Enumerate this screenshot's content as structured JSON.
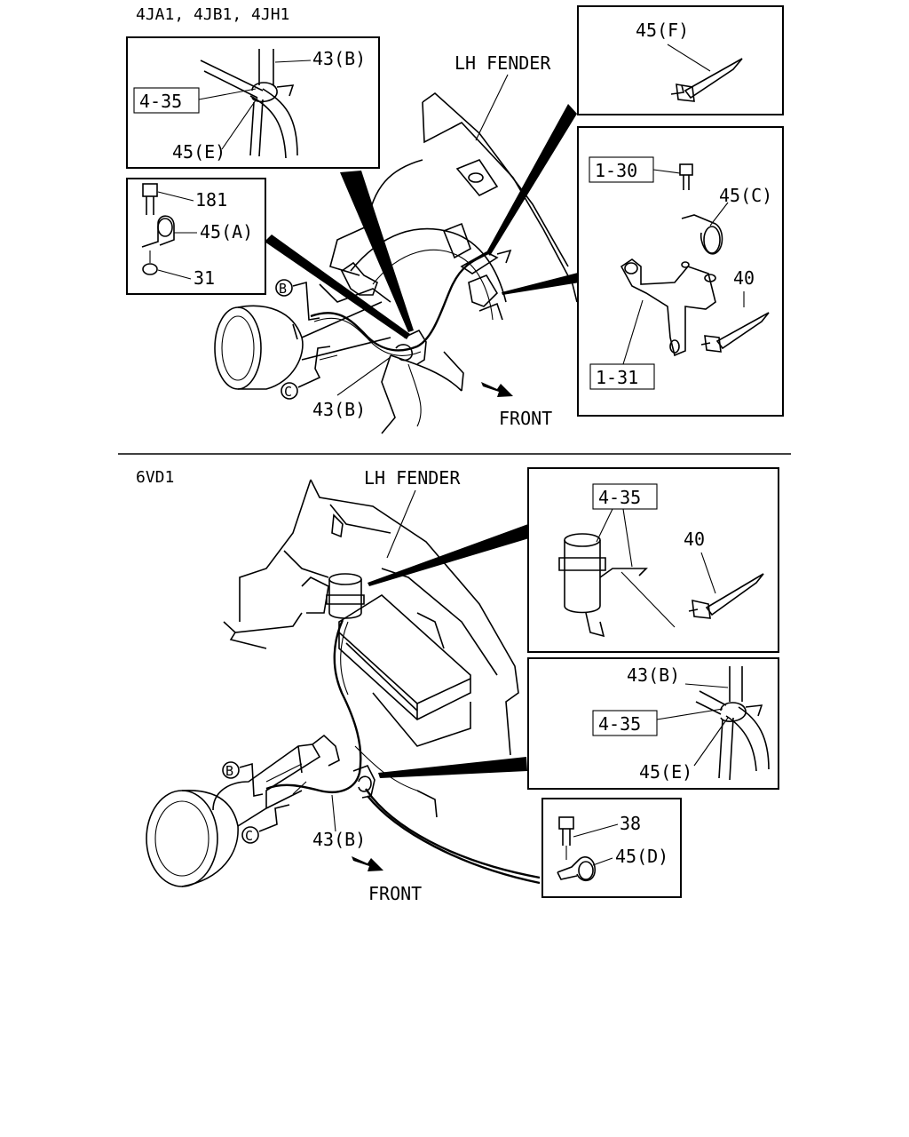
{
  "sections": [
    {
      "engine": "4JA1, 4JB1, 4JH1",
      "fender_label": "LH FENDER",
      "front_label": "FRONT",
      "marks": {
        "b": "B",
        "c": "C"
      },
      "main_callout": "43(B)",
      "insets": {
        "clip_detail": {
          "callout_top": "43(B)",
          "ref_box": "4-35",
          "callout_bottom": "45(E)"
        },
        "bolt_detail": {
          "bolt": "181",
          "clamp": "45(A)",
          "nut": "31"
        },
        "clip_f": {
          "callout": "45(F)"
        },
        "bracket_detail": {
          "ref_bolt": "1-30",
          "clamp": "45(C)",
          "clip": "40",
          "ref_bracket": "1-31"
        }
      }
    },
    {
      "engine": "6VD1",
      "fender_label": "LH FENDER",
      "front_label": "FRONT",
      "marks": {
        "b": "B",
        "c": "C"
      },
      "main_callout": "43(B)",
      "insets": {
        "tank_detail": {
          "ref_box": "4-35",
          "clip": "40"
        },
        "clip_detail": {
          "callout_top": "43(B)",
          "ref_box": "4-35",
          "callout_bottom": "45(E)"
        },
        "bolt_detail": {
          "bolt": "38",
          "clamp": "45(D)"
        }
      }
    }
  ],
  "icons": [
    "front-arrow-icon",
    "bolt-icon",
    "clamp-icon",
    "push-clip-icon",
    "washer-tank-icon"
  ]
}
